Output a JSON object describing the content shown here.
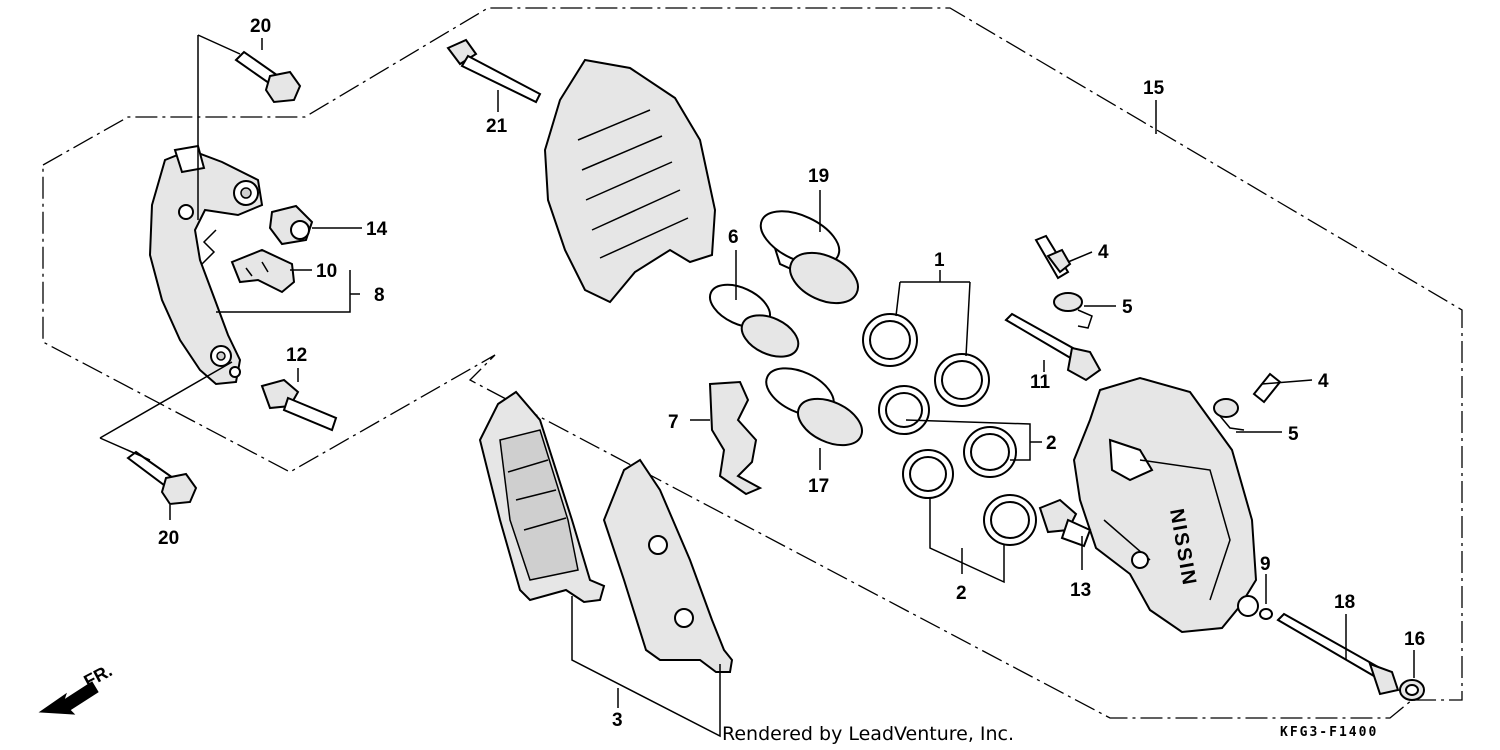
{
  "diagram": {
    "callouts": {
      "c1": "1",
      "c2a": "2",
      "c2b": "2",
      "c3": "3",
      "c4a": "4",
      "c4b": "4",
      "c5a": "5",
      "c5b": "5",
      "c6": "6",
      "c7": "7",
      "c8": "8",
      "c9": "9",
      "c10": "10",
      "c11": "11",
      "c12": "12",
      "c13": "13",
      "c14": "14",
      "c15": "15",
      "c16": "16",
      "c17": "17",
      "c18": "18",
      "c19": "19",
      "c20a": "20",
      "c20b": "20",
      "c21": "21"
    },
    "caliper_brand": "NISSIN",
    "direction_label": "FR.",
    "diagram_code": "KFG3-F1400",
    "credit": "Rendered by LeadVenture, Inc."
  }
}
